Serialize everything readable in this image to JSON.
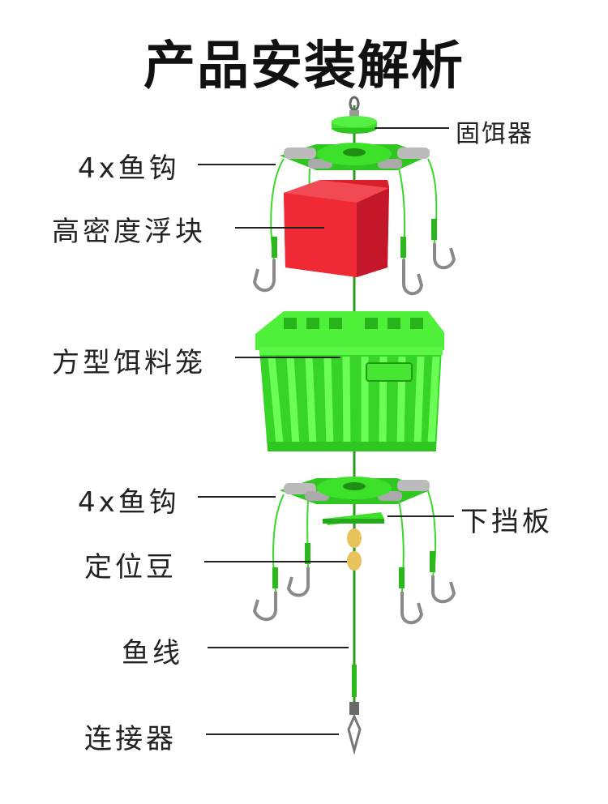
{
  "title": "产品安装解析",
  "labels": {
    "bait_holder": "固饵器",
    "hooks_top": "4x鱼钩",
    "foam_block": "高密度浮块",
    "bait_cage": "方型饵料笼",
    "hooks_bottom": "4x鱼钩",
    "lower_baffle": "下挡板",
    "stopper_beads": "定位豆",
    "fishing_line": "鱼线",
    "connector": "连接器"
  },
  "colors": {
    "green": "#3de12a",
    "green_dark": "#25a81a",
    "red": "#f02a35",
    "bead": "#e8c25a",
    "text": "#222222"
  }
}
